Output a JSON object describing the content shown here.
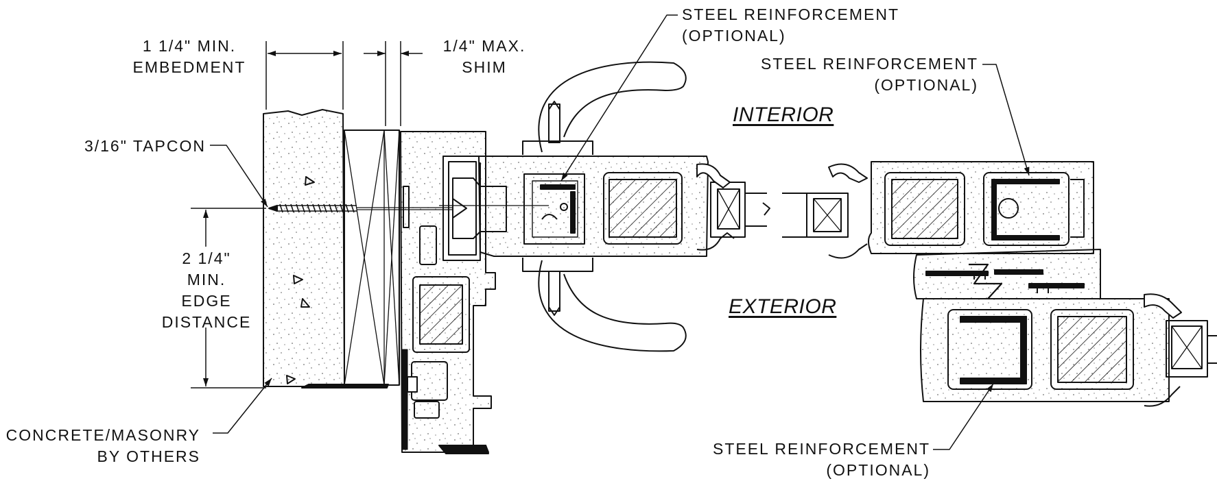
{
  "labels": {
    "embedment_line1": "1 1/4\" MIN.",
    "embedment_line2": "EMBEDMENT",
    "shim_line1": "1/4\" MAX.",
    "shim_line2": "SHIM",
    "tapcon": "3/16\" TAPCON",
    "edge_line1": "2 1/4\"",
    "edge_line2": "MIN.",
    "edge_line3": "EDGE",
    "edge_line4": "DISTANCE",
    "concrete_line1": "CONCRETE/MASONRY",
    "concrete_line2": "BY OTHERS",
    "steel_top_line1": "STEEL REINFORCEMENT",
    "steel_top_line2": "(OPTIONAL)",
    "steel_right_line1": "STEEL REINFORCEMENT",
    "steel_right_line2": "(OPTIONAL)",
    "steel_bottom_line1": "STEEL REINFORCEMENT",
    "steel_bottom_line2": "(OPTIONAL)",
    "interior": "INTERIOR",
    "exterior": "EXTERIOR"
  },
  "colors": {
    "line": "#111111",
    "background": "#ffffff"
  }
}
